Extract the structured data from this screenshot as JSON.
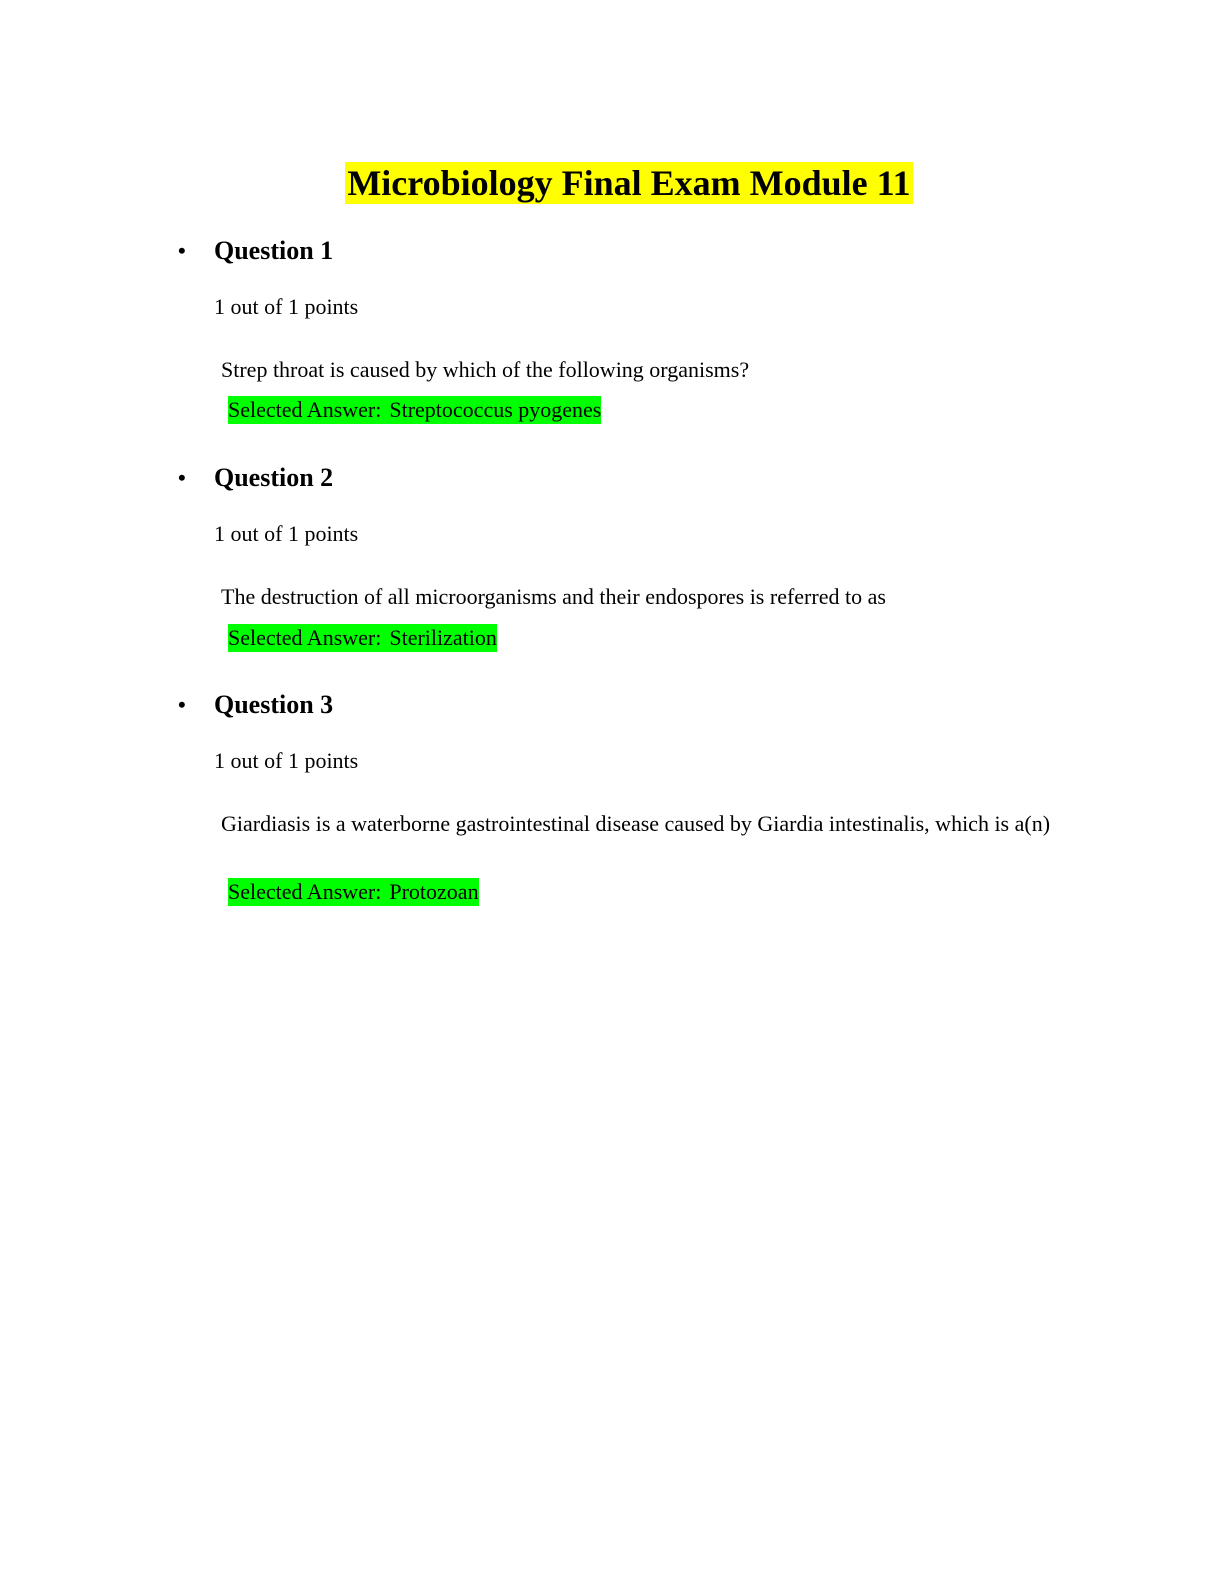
{
  "document": {
    "title": "Microbiology Final Exam Module 11",
    "highlight_colors": {
      "title": "#ffff00",
      "answer": "#00ff00"
    },
    "questions": [
      {
        "heading": "Question 1",
        "points": "1 out of 1 points",
        "prompt": "Strep throat is caused by which of the following organisms?",
        "answer_label": "Selected Answer:",
        "answer_value": "Streptococcus pyogenes"
      },
      {
        "heading": "Question 2",
        "points": "1 out of 1 points",
        "prompt": "The destruction of all microorganisms and their endospores is referred to as",
        "answer_label": "Selected Answer:",
        "answer_value": "Sterilization"
      },
      {
        "heading": "Question 3",
        "points": "1 out of 1 points",
        "prompt": "Giardiasis is a waterborne gastrointestinal disease caused by Giardia intestinalis, which is a(n)",
        "answer_label": "Selected Answer:",
        "answer_value": "Protozoan"
      }
    ]
  }
}
